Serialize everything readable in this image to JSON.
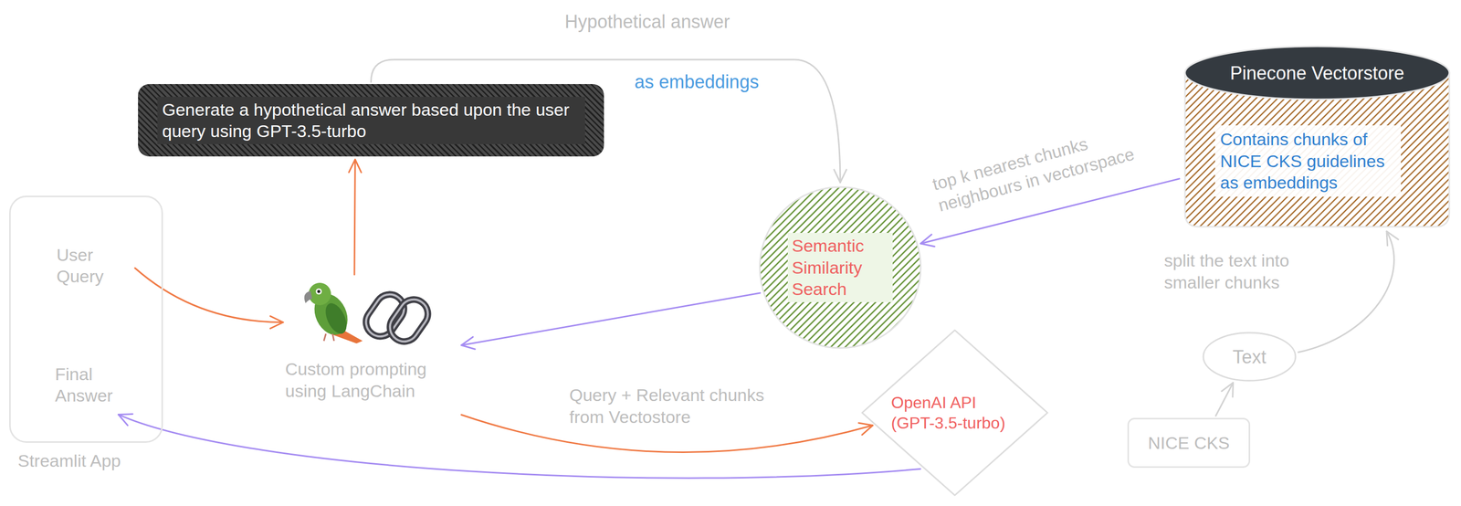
{
  "diagram": {
    "nodes": [
      {
        "text": [
          "Streamlit App"
        ]
      },
      {
        "text": [
          "User Query"
        ],
        "in": 0
      },
      {
        "text": [
          "Final Answer"
        ],
        "in": 0
      },
      {
        "text": [
          "Generate a hypothetical answer based upon the user query using GPT-3.5-turbo"
        ]
      },
      {
        "text": [
          "Custom prompting using LangChain"
        ]
      },
      {
        "text": [
          "Semantic Similarity Search"
        ]
      },
      {
        "text": [
          "Pinecone Vectorstore",
          "Contains chunks of NICE CKS guidelines as embeddings"
        ]
      },
      {
        "text": [
          "OpenAI API (GPT-3.5-turbo)"
        ]
      },
      {
        "text": [
          "Text"
        ]
      },
      {
        "text": [
          "NICE CKS"
        ]
      }
    ],
    "edges": [
      {
        "from": 1,
        "to": 4,
        "arrow": "to"
      },
      {
        "from": 4,
        "to": 3,
        "arrow": "to"
      },
      {
        "from": 3,
        "to": 5,
        "label": "Hypothetical answer",
        "arrow": "to"
      },
      {
        "from": 6,
        "to": 5,
        "label": "top k nearest chunks neighbours in vectorspace",
        "arrow": "to"
      },
      {
        "from": 5,
        "to": 4,
        "arrow": "to"
      },
      {
        "from": 4,
        "to": 7,
        "label": "Query + Relevant chunks from Vectostore",
        "arrow": "to"
      },
      {
        "from": 7,
        "to": 2,
        "arrow": "to"
      },
      {
        "from": 9,
        "to": 8,
        "arrow": "to"
      },
      {
        "from": 8,
        "to": 6,
        "label": "split the text into smaller chunks",
        "arrow": "to"
      }
    ],
    "labels": [
      "as embeddings"
    ]
  }
}
